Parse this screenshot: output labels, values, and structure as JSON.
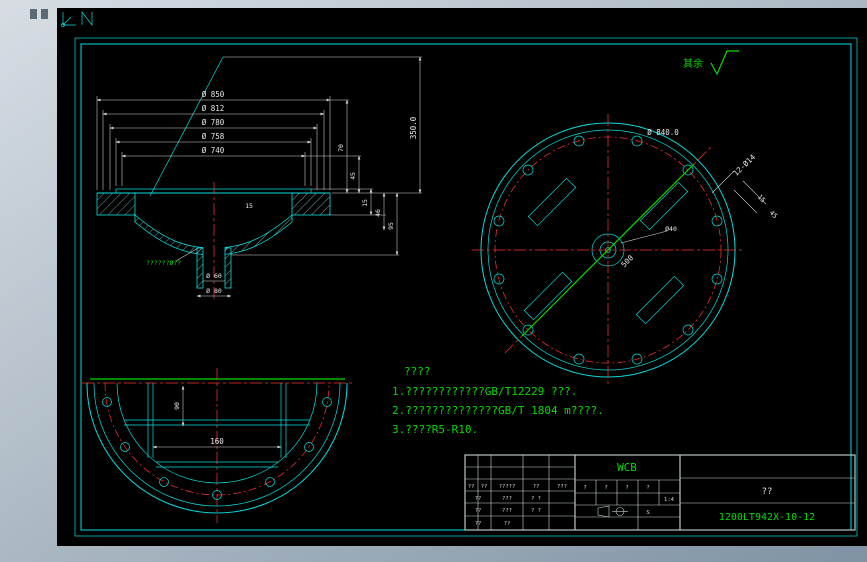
{
  "surface_note": {
    "label": "其余"
  },
  "section_view": {
    "dia_dims": [
      "Ø 850",
      "Ø 812",
      "Ø 780",
      "Ø 758",
      "Ø 740"
    ],
    "height_dim": "350.0",
    "side_dims": [
      "70",
      "45",
      "15",
      "46",
      "95"
    ],
    "slope_dim": "15",
    "nozzle_dims": [
      "Ø 60",
      "Ø 80"
    ],
    "green_note": "??????Ø??"
  },
  "plan_view": {
    "top_dim": "Ø 840.0",
    "holes_note": "12-Ø14",
    "side_dims": [
      "15",
      "45"
    ],
    "center_dim": "Ø40",
    "diag_dim": "500"
  },
  "bottom_view": {
    "width_dim": "160",
    "depth_dim": "90"
  },
  "notes": {
    "heading": "????",
    "items": [
      "1.????????????GB/T12229 ???.",
      "2.??????????????GB/T 1804 m????.",
      "3.????R5-R10."
    ]
  },
  "title_block": {
    "material": "WCB",
    "part_name": "??",
    "drawing_no": "1200LT942X-10-12",
    "scale": "1:4",
    "weight_label": "S",
    "stage_marks": [
      "?",
      "?",
      "?",
      "?"
    ],
    "rev_headers": [
      "??",
      "??",
      "?????",
      "??",
      "???"
    ],
    "sign_rows": [
      [
        "??",
        "???"
      ],
      [
        "??",
        "???"
      ],
      [
        "??",
        "??"
      ]
    ],
    "extra_marks": [
      "? ?",
      "? ?"
    ]
  },
  "colors": {
    "outline": "#00e0e0",
    "dimension": "#d8d8d8",
    "centerline": "#ff3232",
    "annotation": "#00dd00"
  }
}
